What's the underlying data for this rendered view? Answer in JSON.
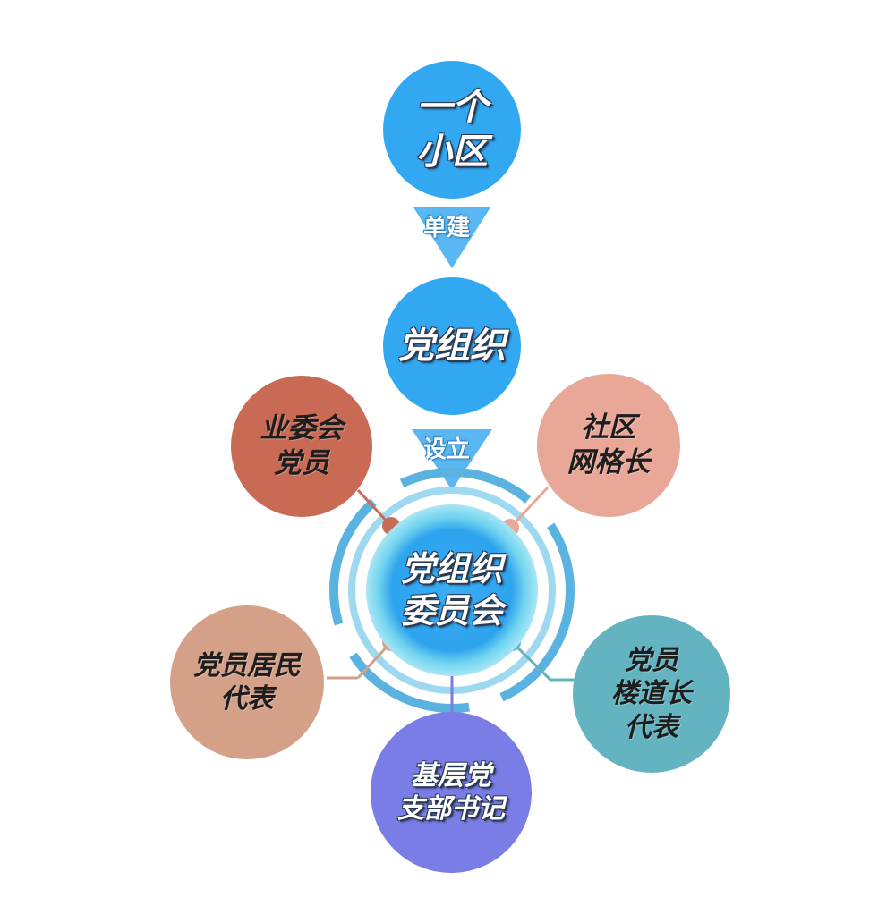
{
  "colors": {
    "blue": "#33a8f2",
    "cyan_ring": "#7fd6f0",
    "brick": "#c96a55",
    "salmon": "#e8a797",
    "tan": "#d4a088",
    "teal": "#63b3c1",
    "violet": "#7a7de6"
  },
  "top_node": {
    "line1": "一个",
    "line2": "小区"
  },
  "arrow1_label": "单建",
  "middle_node": {
    "line1": "党组织"
  },
  "arrow2_label": "设立",
  "center_node": {
    "line1": "党组织",
    "line2": "委员会"
  },
  "satellites": {
    "owners_committee": {
      "line1": "业委会",
      "line2": "党员"
    },
    "grid_leader": {
      "line1": "社区",
      "line2": "网格长"
    },
    "resident_rep": {
      "line1": "党员居民",
      "line2": "代表"
    },
    "building_leader": {
      "line1": "党员",
      "line2": "楼道长",
      "line3": "代表"
    },
    "branch_secretary": {
      "line1": "基层党",
      "line2": "支部书记"
    }
  }
}
